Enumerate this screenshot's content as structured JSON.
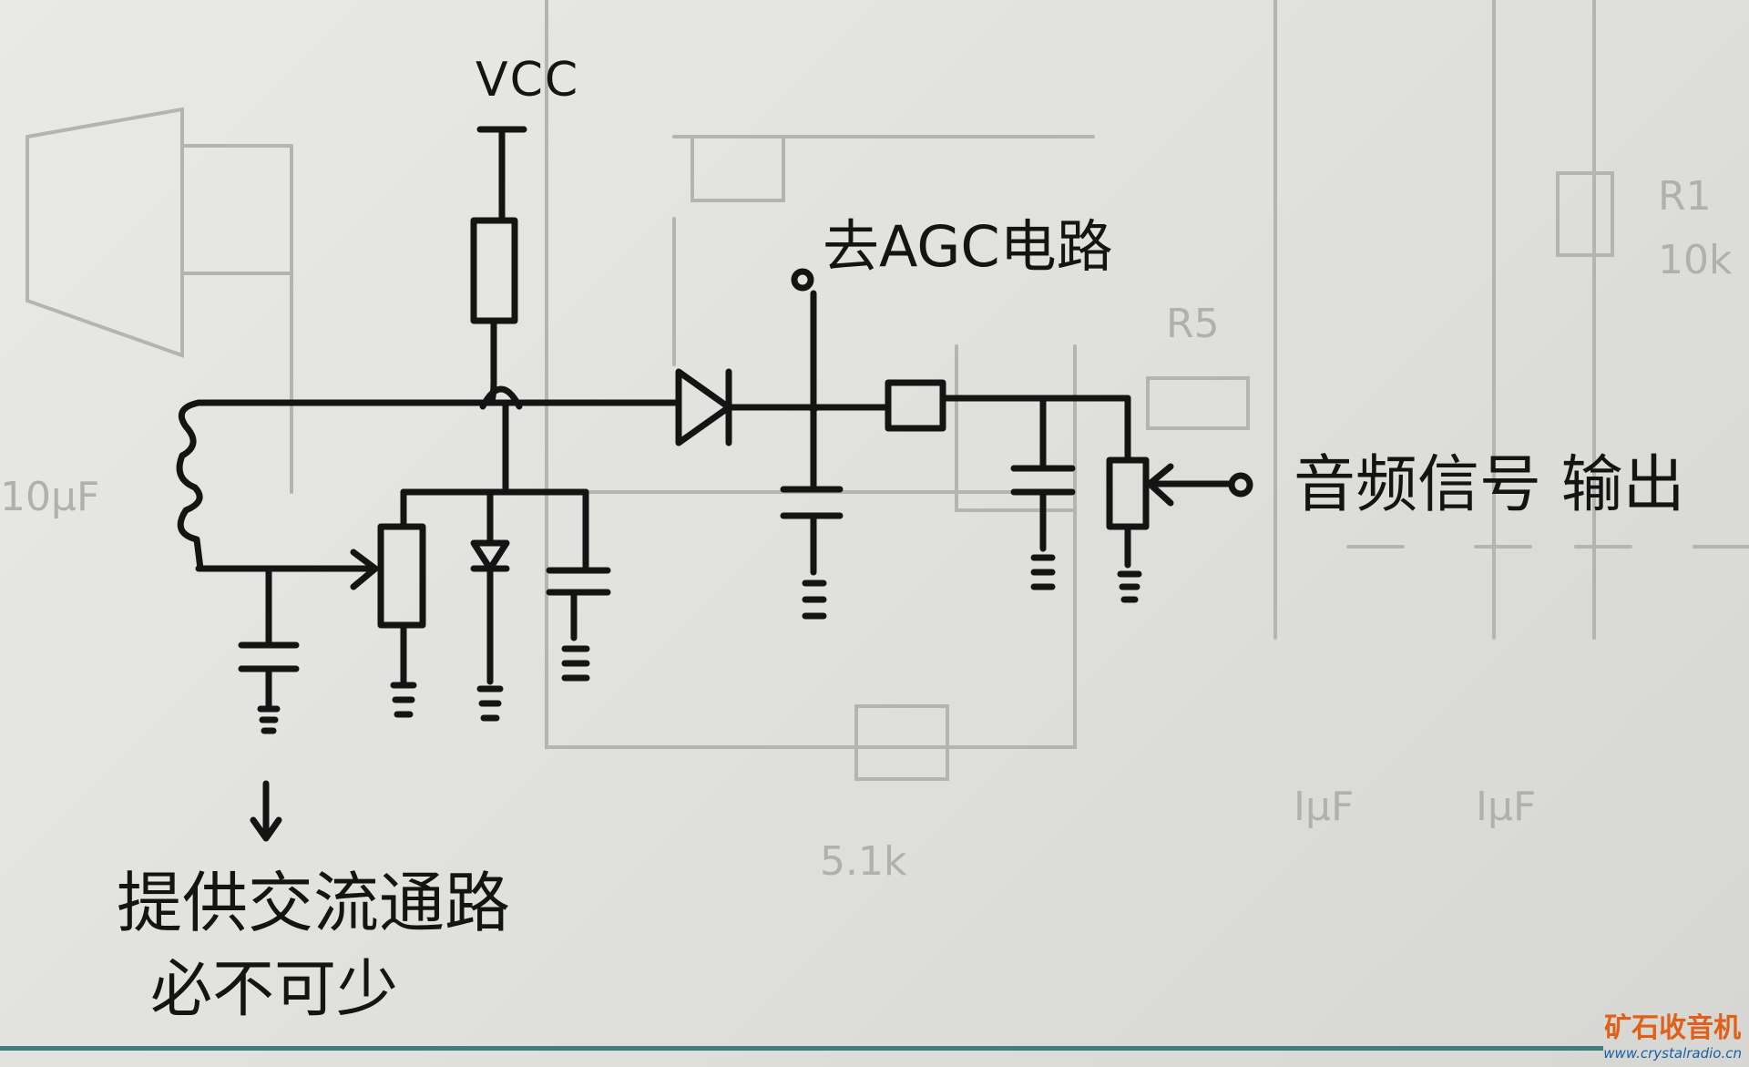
{
  "diagram": {
    "labels": {
      "vcc": "VCC",
      "agc": "去AGC电路",
      "audio_output": "音频信号 输出",
      "ac_path_line1": "提供交流通路",
      "ac_path_line2": "必不可少"
    },
    "components": [
      "resistor",
      "inductor",
      "potentiometer",
      "diode",
      "capacitor",
      "ground",
      "terminal",
      "arrow"
    ],
    "ink_color": "#141414"
  },
  "watermark": {
    "name": "矿石收音机",
    "url": "www.crystalradio.cn",
    "name_color": "#e0601a",
    "url_color": "#1a5fa8"
  }
}
